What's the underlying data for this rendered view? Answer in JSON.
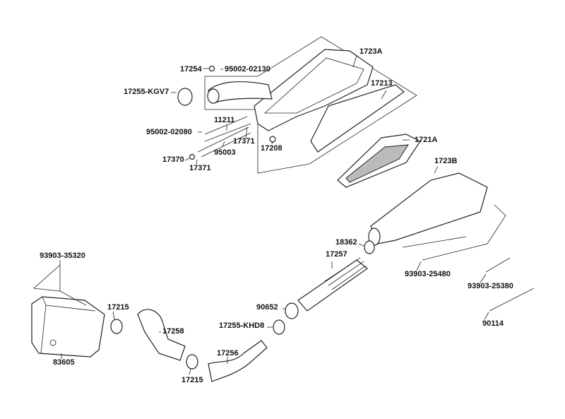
{
  "diagram": {
    "labels": {
      "p1723A": "1723A",
      "p17254": "17254",
      "p95002_02130": "95002-02130",
      "p17255_KGV7": "17255-KGV7",
      "p17213": "17213",
      "p11211": "11211",
      "p95002_02080": "95002-02080",
      "p17371a": "17371",
      "p95003": "95003",
      "p17208": "17208",
      "p17370": "17370",
      "p17371b": "17371",
      "p1721A": "1721A",
      "p1723B": "1723B",
      "p18362": "18362",
      "p17257": "17257",
      "p93903_25480": "93903-25480",
      "p93903_25380": "93903-25380",
      "p90652": "90652",
      "p90114": "90114",
      "p17255_KHD8": "17255-KHD8",
      "p17256": "17256",
      "p93903_35320": "93903-35320",
      "p17215a": "17215",
      "p17258": "17258",
      "p83605": "83605",
      "p17215b": "17215"
    }
  }
}
